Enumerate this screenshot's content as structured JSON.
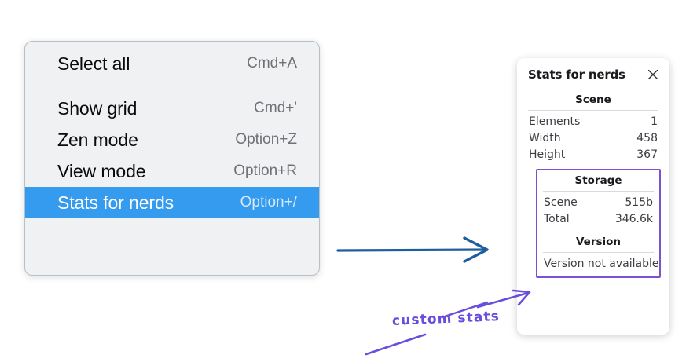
{
  "menu": {
    "groups": [
      {
        "items": [
          {
            "label": "Select all",
            "shortcut": "Cmd+A",
            "selected": false
          }
        ]
      },
      {
        "items": [
          {
            "label": "Show grid",
            "shortcut": "Cmd+'",
            "selected": false
          },
          {
            "label": "Zen mode",
            "shortcut": "Option+Z",
            "selected": false
          },
          {
            "label": "View mode",
            "shortcut": "Option+R",
            "selected": false
          },
          {
            "label": "Stats for nerds",
            "shortcut": "Option+/",
            "selected": true
          }
        ]
      }
    ]
  },
  "stats_panel": {
    "title": "Stats for nerds",
    "close_icon": "close-icon",
    "scene": {
      "heading": "Scene",
      "rows": [
        {
          "key": "Elements",
          "value": "1"
        },
        {
          "key": "Width",
          "value": "458"
        },
        {
          "key": "Height",
          "value": "367"
        }
      ]
    },
    "storage": {
      "heading": "Storage",
      "rows": [
        {
          "key": "Scene",
          "value": "515b"
        },
        {
          "key": "Total",
          "value": "346.6k"
        }
      ]
    },
    "version": {
      "heading": "Version",
      "text": "Version not available"
    }
  },
  "annotations": {
    "custom_stats_label": "custom stats",
    "arrow_blue_color": "#1f5e9e",
    "highlight_purple_color": "#7b52d3"
  }
}
